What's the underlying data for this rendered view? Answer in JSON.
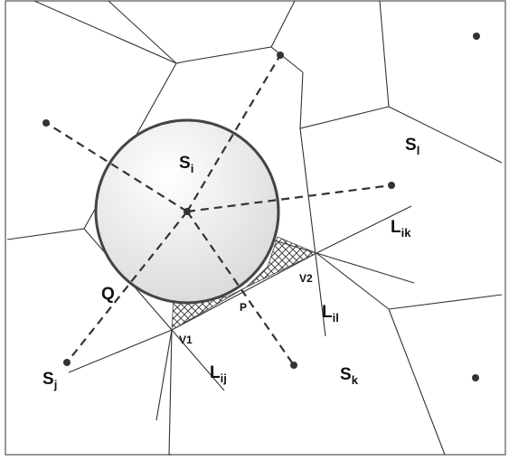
{
  "diagram": {
    "labels": {
      "si": {
        "main": "S",
        "sub": "i"
      },
      "sl": {
        "main": "S",
        "sub": "l"
      },
      "sj": {
        "main": "S",
        "sub": "j"
      },
      "sk": {
        "main": "S",
        "sub": "k"
      },
      "lik": {
        "main": "L",
        "sub": "ik"
      },
      "lil": {
        "main": "L",
        "sub": "il"
      },
      "lij": {
        "main": "L",
        "sub": "ij"
      },
      "q": "Q",
      "p": "P",
      "v1": "V1",
      "v2": "V2"
    },
    "colors": {
      "line": "#333333",
      "circle_fill_light": "#ffffff",
      "circle_fill_dark": "#dedede",
      "hatch": "#444444"
    }
  }
}
